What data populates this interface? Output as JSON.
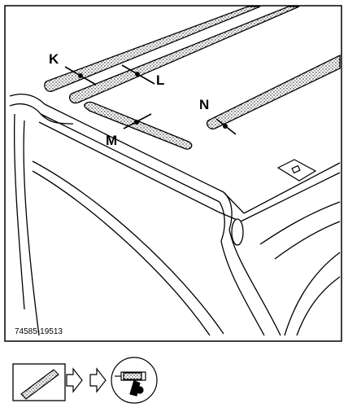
{
  "diagram": {
    "callouts": {
      "k": "K",
      "l": "L",
      "m": "M",
      "n": "N"
    },
    "figure_ref": "74585-19513"
  },
  "legend": {
    "bead_icon": "adhesive-bead-icon",
    "arrow_icon": "hollow-arrow-icon",
    "gun_icon": "sealant-gun-icon"
  }
}
